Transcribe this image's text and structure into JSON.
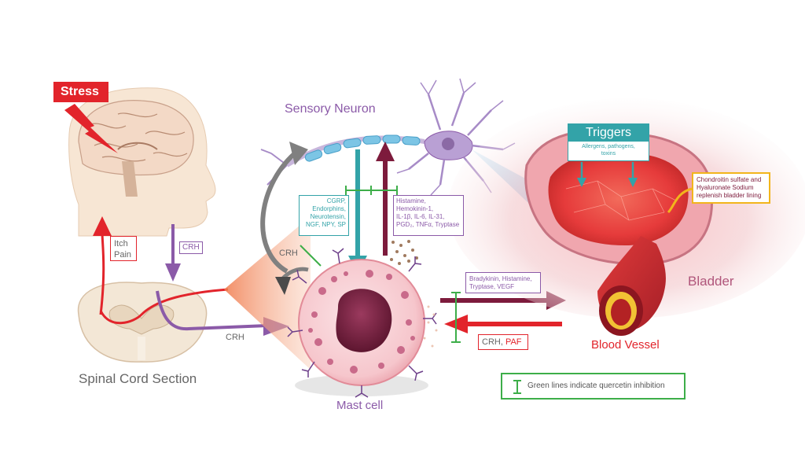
{
  "stress": {
    "label": "Stress"
  },
  "spinal_cord": {
    "caption": "Spinal Cord Section",
    "itch_label": "Itch",
    "pain_label": "Pain",
    "crh_box": "CRH",
    "crh_arrow_label": "CRH"
  },
  "sensory_neuron": {
    "title": "Sensory Neuron"
  },
  "crh_loop_label": "CRH",
  "mediators_left": [
    "CGRP,",
    "Endorphins,",
    "Neurotensin,",
    "NGF, NPY, SP"
  ],
  "mediators_right": [
    "Histamine,",
    "Hemokinin-1,",
    "IL-1β, IL-6, IL-31,",
    "PGD₂, TNFα, Tryptase"
  ],
  "mast_cell": {
    "caption": "Mast cell"
  },
  "vessel_mediators": [
    "Bradykinin, Histamine,",
    "Tryptase, VEGF"
  ],
  "crh_paf": {
    "crh": "CRH, ",
    "paf": "PAF"
  },
  "blood_vessel": {
    "caption": "Blood Vessel"
  },
  "bladder": {
    "caption": "Bladder"
  },
  "triggers": {
    "title": "Triggers",
    "detail": [
      "Allergens, pathogens,",
      "toxins"
    ]
  },
  "chondroitin_note": [
    "Chondroitin sulfate and",
    "Hyaluronate Sodium",
    "replenish bladder lining"
  ],
  "legend": {
    "text": "Green lines indicate quercetin inhibition"
  },
  "colors": {
    "stress_red": "#e2242b",
    "purple": "#8b5aa8",
    "teal": "#33a3a8",
    "maroon": "#7d1b3c",
    "inhibition_green": "#3dae49",
    "gold": "#f2b51c"
  }
}
